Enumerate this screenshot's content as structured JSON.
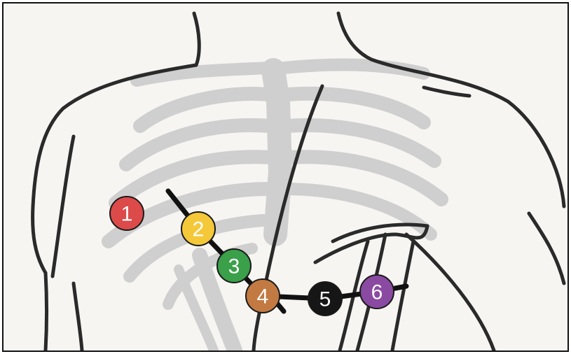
{
  "electrodes": [
    {
      "label": "1",
      "color": "#dd4a4a"
    },
    {
      "label": "2",
      "color": "#f5c83a"
    },
    {
      "label": "3",
      "color": "#3aa04a"
    },
    {
      "label": "4",
      "color": "#c27a42"
    },
    {
      "label": "5",
      "color": "#161616"
    },
    {
      "label": "6",
      "color": "#8a4aa2"
    }
  ],
  "colors": {
    "outline": "#2a2a2a",
    "skeleton": "#cfcfcf",
    "background": "#f6f5f2",
    "wire": "#111111"
  }
}
